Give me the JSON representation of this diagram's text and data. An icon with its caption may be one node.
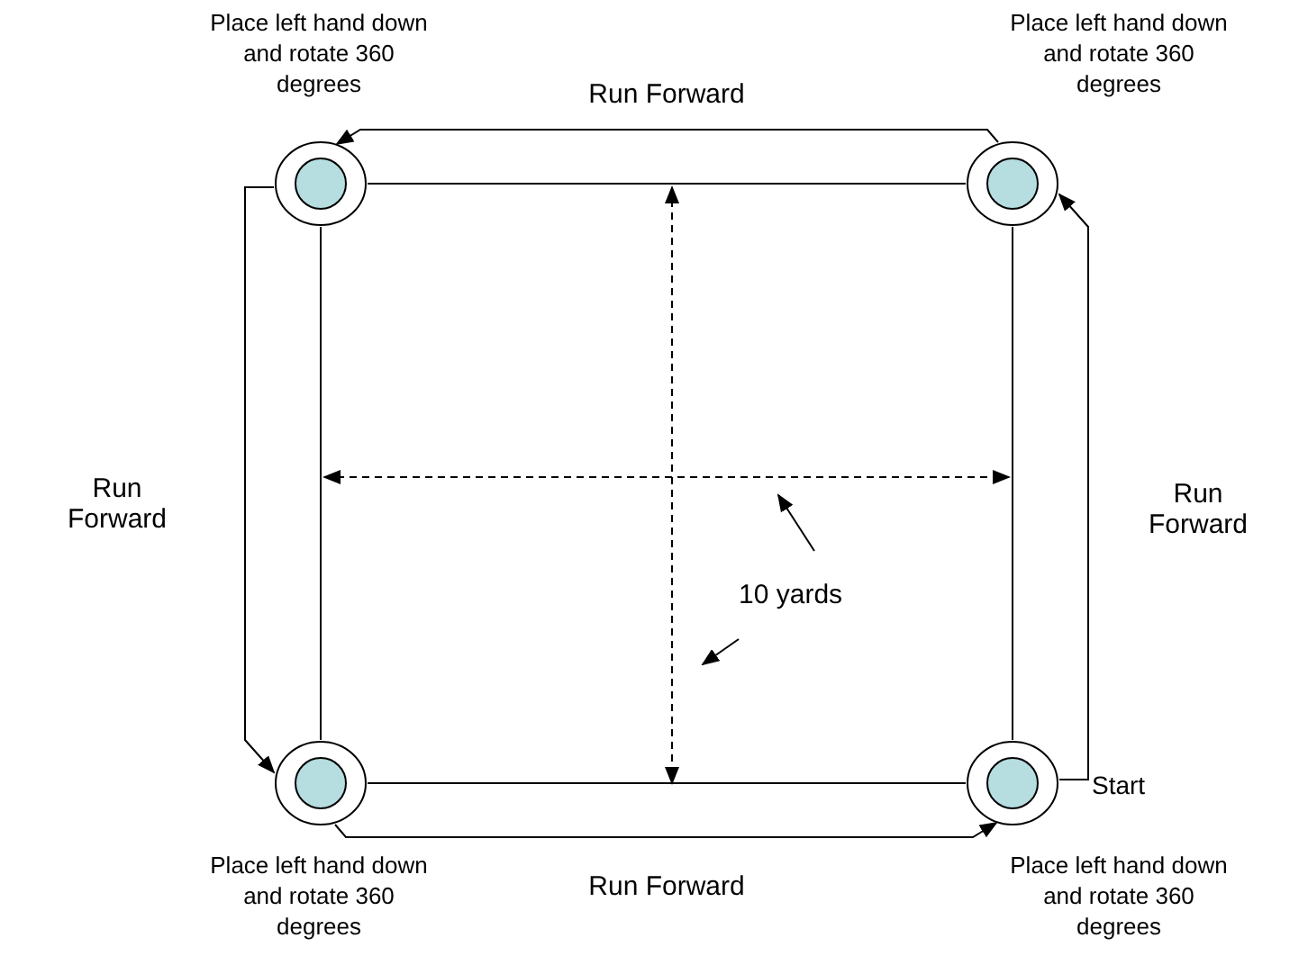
{
  "diagram": {
    "nodes": [
      {
        "text": [],
        "shape": "circle",
        "beside": [
          "Place left hand down and rotate 360 degrees"
        ]
      },
      {
        "text": [],
        "shape": "circle",
        "beside": [
          "Place left hand down and rotate 360 degrees"
        ]
      },
      {
        "text": [],
        "shape": "circle",
        "beside": [
          "Place left hand down and rotate 360 degrees"
        ]
      },
      {
        "text": [],
        "shape": "circle",
        "beside": [
          "Start",
          "Place left hand down and rotate 360 degrees"
        ]
      }
    ],
    "edges": [
      {
        "from": 3,
        "to": 1,
        "arrow": "to",
        "label": "Run Forward"
      },
      {
        "from": 1,
        "to": 0,
        "arrow": "to",
        "label": "Run Forward"
      },
      {
        "from": 0,
        "to": 2,
        "arrow": "to",
        "label": "Run Forward"
      },
      {
        "from": 2,
        "to": 3,
        "arrow": "to",
        "label": "Run Forward"
      },
      {
        "from": 0,
        "to": 1,
        "arrow": "none"
      },
      {
        "from": 0,
        "to": 2,
        "arrow": "none"
      },
      {
        "from": 1,
        "to": 3,
        "arrow": "none"
      },
      {
        "from": 2,
        "to": 3,
        "arrow": "none"
      }
    ],
    "labels": [
      "10 yards"
    ]
  }
}
